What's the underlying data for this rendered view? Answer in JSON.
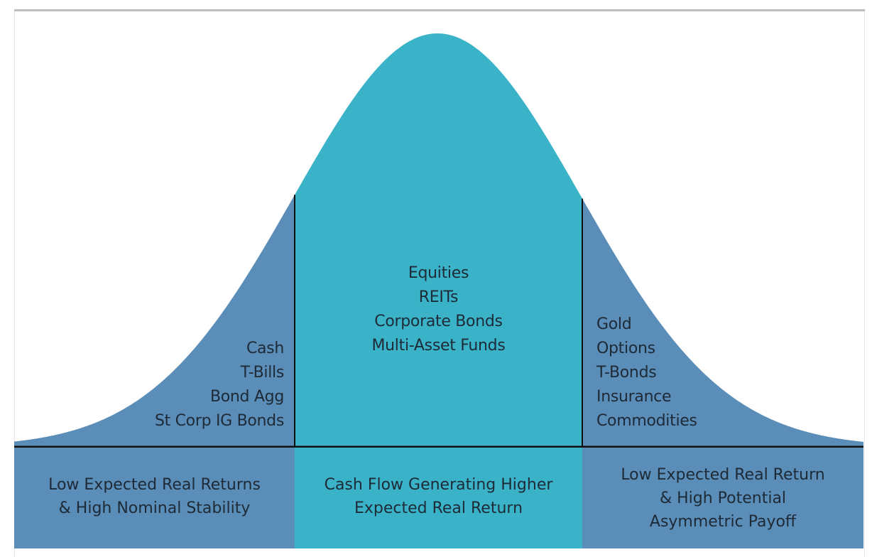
{
  "colors": {
    "center": "#3ab3c9",
    "tails": "#5a8db8",
    "line": "#111111"
  },
  "left_tail": {
    "items": [
      "Cash",
      "T-Bills",
      "Bond Agg",
      "St Corp IG Bonds"
    ]
  },
  "center": {
    "items": [
      "Equities",
      "REITs",
      "Corporate Bonds",
      "Multi-Asset Funds"
    ]
  },
  "right_tail": {
    "items": [
      "Gold",
      "Options",
      "T-Bonds",
      "Insurance",
      "Commodities"
    ]
  },
  "panels": {
    "left": [
      "Low Expected Real Returns",
      "& High Nominal Stability"
    ],
    "center": [
      "Cash Flow Generating Higher",
      "Expected Real Return"
    ],
    "right": [
      "Low Expected Real Return",
      "& High Potential",
      "Asymmetric Payoff"
    ]
  }
}
